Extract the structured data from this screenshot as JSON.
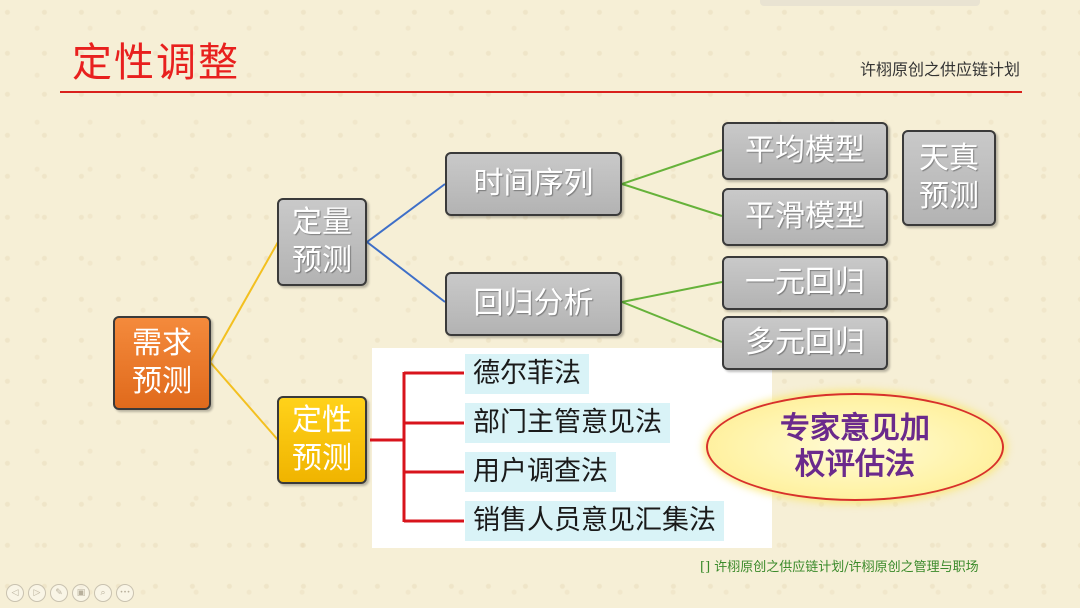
{
  "header": {
    "title": "定性调整",
    "subtitle": "许栩原创之供应链计划"
  },
  "diagram": {
    "root": "需求\n预测",
    "quantitative": "定量\n预测",
    "qualitative": "定性\n预测",
    "time_series": "时间序列",
    "regression": "回归分析",
    "average_model": "平均模型",
    "smoothing_model": "平滑模型",
    "naive_forecast": "天真\n预测",
    "simple_regression": "一元回归",
    "multiple_regression": "多元回归",
    "methods": [
      "德尔菲法",
      "部门主管意见法",
      "用户调查法",
      "销售人员意见汇集法"
    ],
    "highlight": [
      "专家意见加",
      "权评估法"
    ]
  },
  "footer": {
    "caption": "[] 许栩原创之供应链计划/许栩原创之管理与职场"
  },
  "toolbar": {
    "icons": [
      "prev-icon",
      "next-icon",
      "pen-icon",
      "copy-icon",
      "zoom-icon",
      "more-icon"
    ],
    "glyphs": [
      "◁",
      "▷",
      "✎",
      "▣",
      "⌕",
      "•••"
    ]
  },
  "colors": {
    "title": "#e8201e",
    "rule": "#d9201c",
    "line_yellow": "#f3c020",
    "line_blue": "#3e6fc8",
    "line_green": "#66b23a",
    "line_red": "#d8141c",
    "highlight_text": "#6b2a8c",
    "footer": "#3a8a2a"
  }
}
